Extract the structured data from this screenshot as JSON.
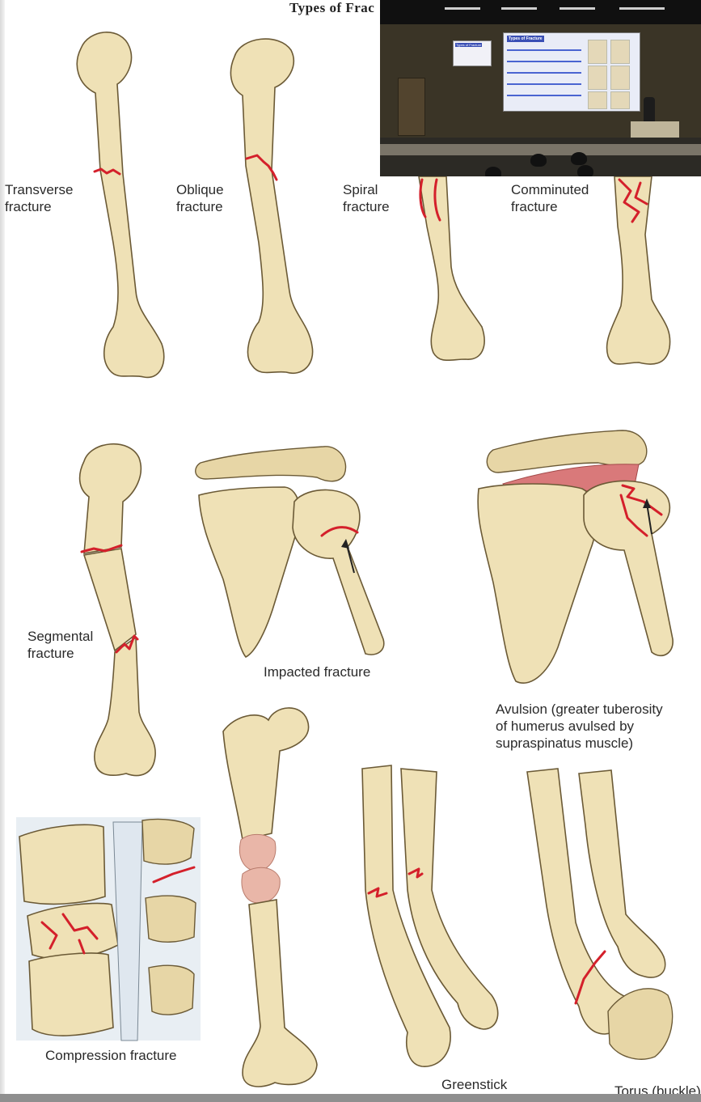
{
  "slide": {
    "title": "Types of Frac",
    "labels": {
      "transverse": "Transverse\nfracture",
      "oblique": "Oblique\nfracture",
      "spiral": "Spiral\nfracture",
      "comminuted": "Comminuted\nfracture",
      "segmental": "Segmental\nfracture",
      "impacted": "Impacted fracture",
      "avulsion": "Avulsion (greater tuberosity\nof humerus avulsed by\nsupraspinatus muscle)",
      "compression": "Compression fracture",
      "greenstick": "Greenstick\nfracture",
      "torus": "Torus (buckle)"
    }
  },
  "video_overlay": {
    "projected_slide_title": "Types of Fracture",
    "monitor_title": "Types of Fracture"
  },
  "colors": {
    "bone_fill": "#efe1b6",
    "bone_shade": "#cdb98a",
    "bone_outline": "#6b5a36",
    "fracture_red": "#d4202b",
    "muscle_red": "#d9797a",
    "marrow_pink": "#e9b6a8"
  }
}
